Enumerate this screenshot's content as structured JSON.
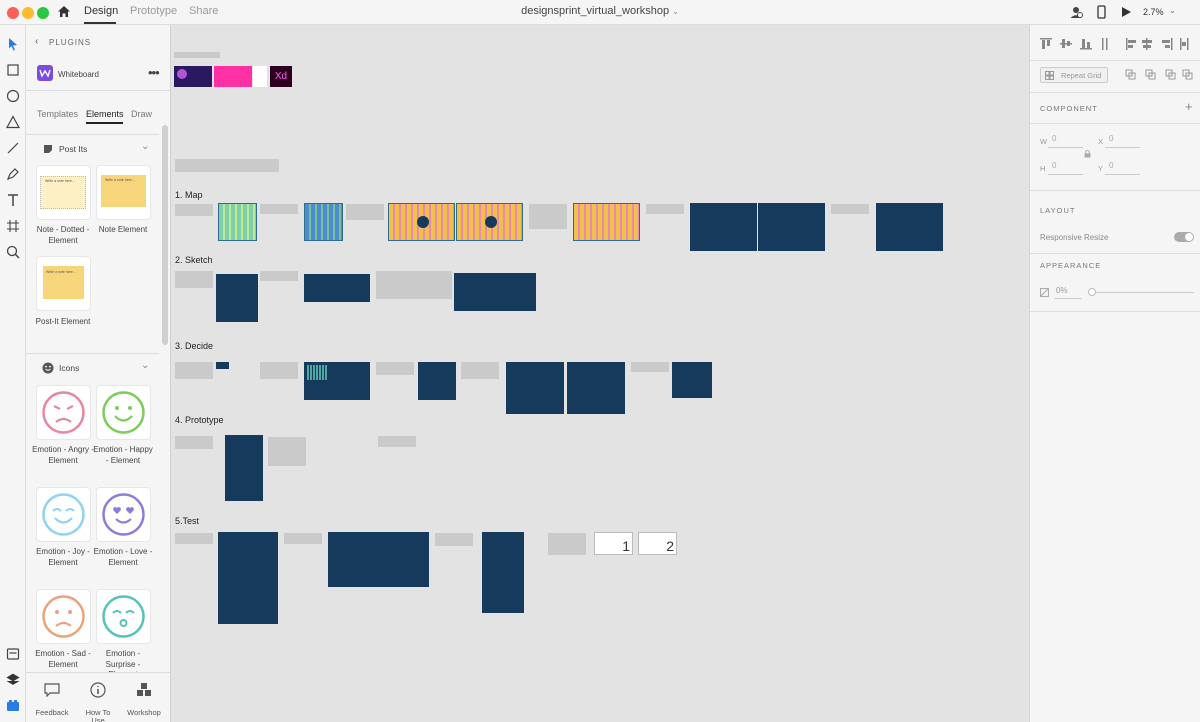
{
  "titlebar": {
    "tabs": [
      "Design",
      "Prototype",
      "Share"
    ],
    "document_title": "designsprint_virtual_workshop",
    "zoom": "2.7%"
  },
  "plugin_panel": {
    "header": "PLUGINS",
    "plugin_name": "Whiteboard",
    "tabs": [
      "Templates",
      "Elements",
      "Draw"
    ],
    "sections": {
      "post_its": {
        "title": "Post Its",
        "items": [
          {
            "label": "Note - Dotted - Element",
            "note_text": "Write a note here..."
          },
          {
            "label": "Note Element",
            "note_text": "Write a note here..."
          },
          {
            "label": "Post-It Element",
            "note_text": "Write a note here..."
          }
        ]
      },
      "icons": {
        "title": "Icons",
        "items": [
          {
            "label": "Emotion - Angry - Element",
            "color": "#e6889f"
          },
          {
            "label": "Emotion - Happy - Element",
            "color": "#7ccc5a"
          },
          {
            "label": "Emotion - Joy - Element",
            "color": "#8fd3f0"
          },
          {
            "label": "Emotion - Love - Element",
            "color": "#8a7fd8"
          },
          {
            "label": "Emotion - Sad - Element",
            "color": "#eaa37e"
          },
          {
            "label": "Emotion - Surprise - Element",
            "color": "#56c2b8"
          }
        ]
      }
    },
    "footer": [
      "Feedback",
      "How To Use",
      "Workshop"
    ]
  },
  "canvas": {
    "sections": [
      "1. Map",
      "2. Sketch",
      "3. Decide",
      "4. Prototype",
      "5.Test"
    ],
    "thumb_logo": "Xd",
    "numbered_boards": [
      "1",
      "2"
    ]
  },
  "right_panel": {
    "repeat_grid": "Repeat Grid",
    "component": "COMPONENT",
    "w_label": "W",
    "w_value": "0",
    "h_label": "H",
    "h_value": "0",
    "x_label": "X",
    "x_value": "0",
    "y_label": "Y",
    "y_value": "0",
    "layout": "LAYOUT",
    "responsive_resize": "Responsive Resize",
    "appearance": "APPEARANCE",
    "opacity": "0%"
  },
  "colors": {
    "navy": "#153a5b",
    "accent_blue": "#2c7be5",
    "postit_yellow": "#f7d57a",
    "magenta": "#ff2fa4"
  }
}
